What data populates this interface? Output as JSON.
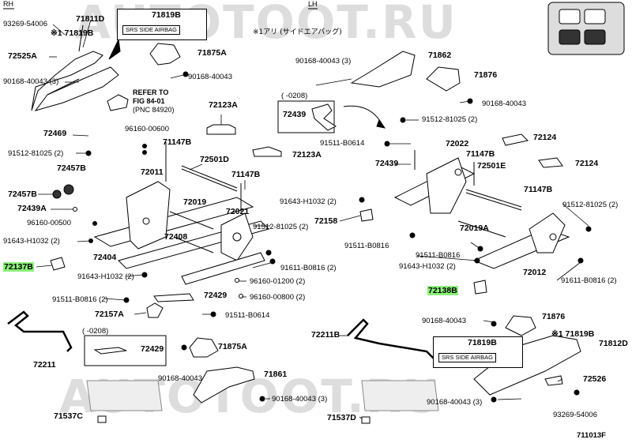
{
  "watermark": "AUTOTOOT.RU",
  "headers": {
    "rh": "RH",
    "lh": "LH"
  },
  "fig_code": "711013F",
  "note_airbag": "※1アリ (サイドエアバッグ)",
  "refer_to": [
    "REFER TO",
    "FIG 84-01",
    "(PNC 84920)"
  ],
  "srs_text": "SRS SIDE AIRBAG",
  "inset_date": "( -0208)",
  "labels": {
    "p93269_54006_tl": "93269-54006",
    "p71811D": "71811D",
    "p71819B_star": "※1 71819B",
    "p71819B_box_top": "71819B",
    "p72525A": "72525A",
    "p90168_40043_l": "90168-40043 (3)",
    "p71875A_top": "71875A",
    "p90168_40043_t": "90168-40043",
    "p72469": "72469",
    "p96160_00600": "96160-00600",
    "p91512_81025_l": "91512-81025 (2)",
    "p72457B_a": "72457B",
    "p72457B_b": "72457B",
    "p72439A": "72439A",
    "p96160_00500": "96160-00500",
    "p91643_H1032_l": "91643-H1032 (2)",
    "p72137B": "72137B",
    "p91643_H1032_l2": "91643-H1032 (2)",
    "p91511_B0816_l": "91511-B0816 (2)",
    "p72157A": "72157A",
    "p72211": "72211",
    "p72123A_top": "72123A",
    "p72123A_mid": "72123A",
    "p71147B_a": "71147B",
    "p72501D": "72501D",
    "p71147B_b": "71147B",
    "p72011": "72011",
    "p72019": "72019",
    "p72021": "72021",
    "p72408": "72408",
    "p72404": "72404",
    "p91512_81025_c": "91512-81025 (2)",
    "p91611_B0816_c": "91611-B0816 (2)",
    "p96160_01200": "96160-01200 (2)",
    "p96160_00800": "96160-00800 (2)",
    "p72429_main": "72429",
    "p91511_B0614_c": "91511-B0614",
    "p72429_inset": "72429",
    "p71875A_bot": "71875A",
    "p90168_40043_b": "90168-40043",
    "p71861": "71861",
    "p90168_40043_b3": "90168-40043 (3)",
    "p71537C": "71537C",
    "p71537D": "71537D",
    "p72439_inset": "72439",
    "p90168_40043_r3": "90168-40043 (3)",
    "p71862": "71862",
    "p71876_top": "71876",
    "p90168_40043_r": "90168-40043",
    "p91512_81025_rt": "91512-81025 (2)",
    "p91511_B0614_r": "91511-B0614",
    "p72022": "72022",
    "p72124_a": "72124",
    "p72124_b": "72124",
    "p71147B_r1": "71147B",
    "p72439_r": "72439",
    "p72501E": "72501E",
    "p71147B_r2": "71147B",
    "p91643_H1032_r": "91643-H1032 (2)",
    "p72158": "72158",
    "p91512_81025_rr": "91512-81025 (2)",
    "p72019A": "72019A",
    "p91511_B0816_r": "91511-B0816",
    "p91511_B0816_r2": "91511-B0816",
    "p91643_H1032_r2": "91643-H1032 (2)",
    "p72012": "72012",
    "p91611_B0816_r": "91611-B0816 (2)",
    "p72138B": "72138B",
    "p72211B": "72211B",
    "p90168_40043_rb": "90168-40043",
    "p71876_bot": "71876",
    "p71819B_star_r": "※1 71819B",
    "p71819B_box_bot": "71819B",
    "p71812D": "71812D",
    "p72526": "72526",
    "p93269_54006_br": "93269-54006",
    "p90168_40043_rb3": "90168-40043 (3)"
  },
  "highlight_color": "#8cf07a"
}
